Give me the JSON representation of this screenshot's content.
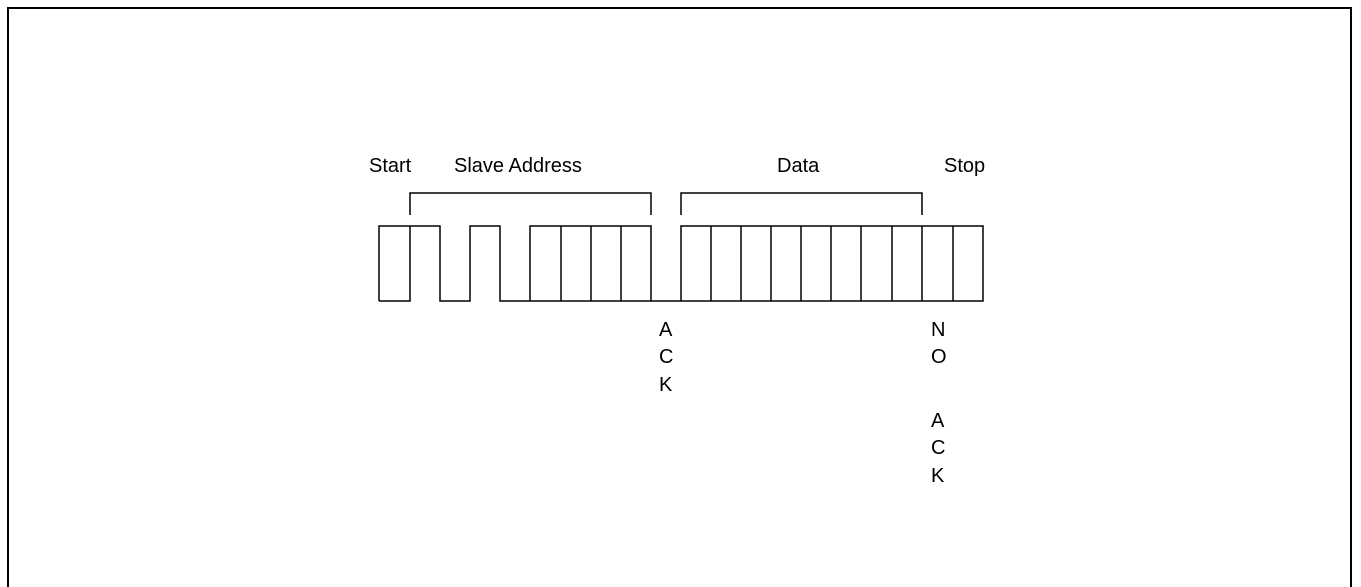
{
  "labels": {
    "start": "Start",
    "slave_address": "Slave Address",
    "data": "Data",
    "stop": "Stop"
  },
  "ack": [
    "A",
    "C",
    "K"
  ],
  "no_ack": {
    "no": [
      "N",
      "O"
    ],
    "ack": [
      "A",
      "C",
      "K"
    ]
  }
}
